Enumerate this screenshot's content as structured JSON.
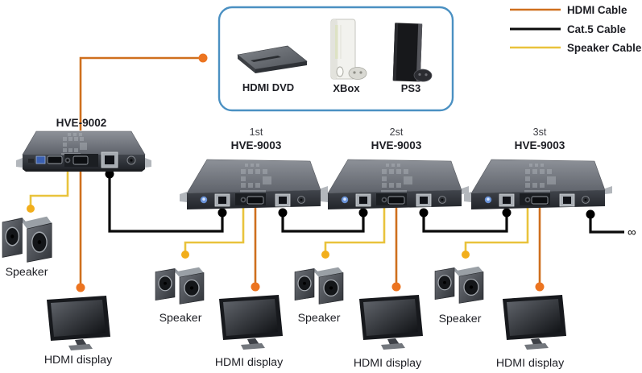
{
  "legend": {
    "items": [
      {
        "label": "HDMI Cable"
      },
      {
        "label": "Cat.5 Cable"
      },
      {
        "label": "Speaker Cable"
      }
    ]
  },
  "colors": {
    "hdmi_cable": "#cf6f1d",
    "cat5_cable": "#0b0b0b",
    "speaker_cable": "#e9c33c",
    "hdmi_dot": "#ec7420",
    "speaker_dot": "#f2ae1b",
    "cat5_dot": "#000000",
    "source_box_border": "#4a90c2"
  },
  "source_box": {
    "devices": [
      {
        "label": "HDMI DVD"
      },
      {
        "label": "XBox"
      },
      {
        "label": "PS3"
      }
    ]
  },
  "transmitter": {
    "model": "HVE-9002"
  },
  "receivers": [
    {
      "ordinal": "1st",
      "model": "HVE-9003"
    },
    {
      "ordinal": "2st",
      "model": "HVE-9003"
    },
    {
      "ordinal": "3st",
      "model": "HVE-9003"
    }
  ],
  "labels": {
    "speaker": "Speaker",
    "display": "HDMI display",
    "infinity": "∞"
  }
}
